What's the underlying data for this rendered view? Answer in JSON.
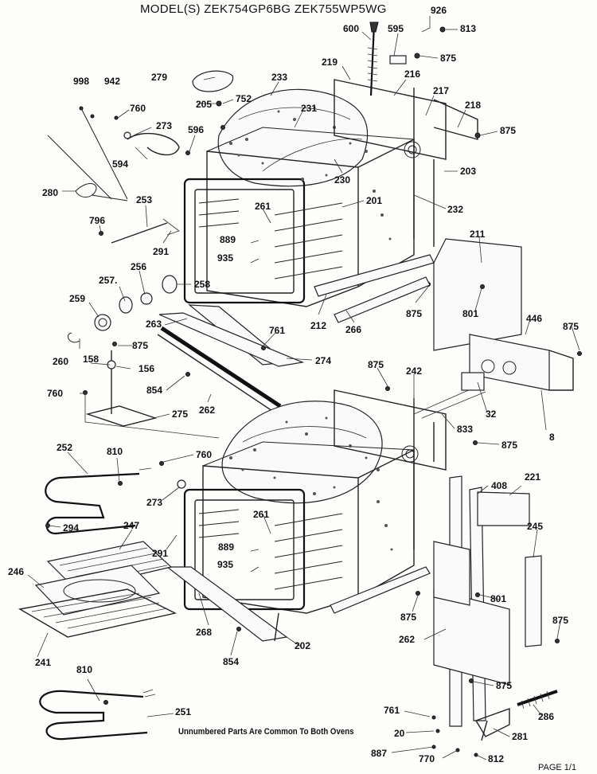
{
  "title": "MODEL(S) ZEK754GP6BG  ZEK755WP5WG",
  "note": "Unnumbered Parts Are Common To Both Ovens",
  "footer": "PAGE 1/1",
  "callouts": [
    {
      "id": "926",
      "text": "926"
    },
    {
      "id": "813",
      "text": "813"
    },
    {
      "id": "600",
      "text": "600"
    },
    {
      "id": "595",
      "text": "595"
    },
    {
      "id": "875a",
      "text": "875"
    },
    {
      "id": "219",
      "text": "219"
    },
    {
      "id": "216",
      "text": "216"
    },
    {
      "id": "217",
      "text": "217"
    },
    {
      "id": "218",
      "text": "218"
    },
    {
      "id": "875b",
      "text": "875"
    },
    {
      "id": "203",
      "text": "203"
    },
    {
      "id": "232",
      "text": "232"
    },
    {
      "id": "201",
      "text": "201"
    },
    {
      "id": "230",
      "text": "230"
    },
    {
      "id": "231",
      "text": "231"
    },
    {
      "id": "233",
      "text": "233"
    },
    {
      "id": "279",
      "text": "279"
    },
    {
      "id": "752",
      "text": "752"
    },
    {
      "id": "205",
      "text": "205"
    },
    {
      "id": "998",
      "text": "998"
    },
    {
      "id": "942",
      "text": "942"
    },
    {
      "id": "760a",
      "text": "760"
    },
    {
      "id": "273a",
      "text": "273"
    },
    {
      "id": "596",
      "text": "596"
    },
    {
      "id": "594",
      "text": "594"
    },
    {
      "id": "280",
      "text": "280"
    },
    {
      "id": "253",
      "text": "253"
    },
    {
      "id": "796",
      "text": "796"
    },
    {
      "id": "291a",
      "text": "291"
    },
    {
      "id": "261a",
      "text": "261"
    },
    {
      "id": "889a",
      "text": "889"
    },
    {
      "id": "935a",
      "text": "935"
    },
    {
      "id": "256",
      "text": "256"
    },
    {
      "id": "257",
      "text": "257."
    },
    {
      "id": "258",
      "text": "258"
    },
    {
      "id": "259",
      "text": "259"
    },
    {
      "id": "263",
      "text": "263"
    },
    {
      "id": "260",
      "text": "260"
    },
    {
      "id": "875c",
      "text": "875"
    },
    {
      "id": "158",
      "text": "158"
    },
    {
      "id": "156",
      "text": "156"
    },
    {
      "id": "761a",
      "text": "761"
    },
    {
      "id": "274",
      "text": "274"
    },
    {
      "id": "854a",
      "text": "854"
    },
    {
      "id": "262a",
      "text": "262"
    },
    {
      "id": "760b",
      "text": "760"
    },
    {
      "id": "275",
      "text": "275"
    },
    {
      "id": "211",
      "text": "211"
    },
    {
      "id": "801a",
      "text": "801"
    },
    {
      "id": "875d",
      "text": "875"
    },
    {
      "id": "212",
      "text": "212"
    },
    {
      "id": "266",
      "text": "266"
    },
    {
      "id": "446",
      "text": "446"
    },
    {
      "id": "875e",
      "text": "875"
    },
    {
      "id": "875f",
      "text": "875"
    },
    {
      "id": "242",
      "text": "242"
    },
    {
      "id": "32",
      "text": "32"
    },
    {
      "id": "833",
      "text": "833"
    },
    {
      "id": "8",
      "text": "8"
    },
    {
      "id": "875g",
      "text": "875"
    },
    {
      "id": "252",
      "text": "252"
    },
    {
      "id": "810a",
      "text": "810"
    },
    {
      "id": "760c",
      "text": "760"
    },
    {
      "id": "273b",
      "text": "273"
    },
    {
      "id": "294",
      "text": "294"
    },
    {
      "id": "247",
      "text": "247"
    },
    {
      "id": "291b",
      "text": "291"
    },
    {
      "id": "261b",
      "text": "261"
    },
    {
      "id": "889b",
      "text": "889"
    },
    {
      "id": "935b",
      "text": "935"
    },
    {
      "id": "246",
      "text": "246"
    },
    {
      "id": "268",
      "text": "268"
    },
    {
      "id": "241",
      "text": "241"
    },
    {
      "id": "854b",
      "text": "854"
    },
    {
      "id": "202",
      "text": "202"
    },
    {
      "id": "875h",
      "text": "875"
    },
    {
      "id": "408",
      "text": "408"
    },
    {
      "id": "221",
      "text": "221"
    },
    {
      "id": "245",
      "text": "245"
    },
    {
      "id": "801b",
      "text": "801"
    },
    {
      "id": "875i",
      "text": "875"
    },
    {
      "id": "262b",
      "text": "262"
    },
    {
      "id": "875j",
      "text": "875"
    },
    {
      "id": "810b",
      "text": "810"
    },
    {
      "id": "251",
      "text": "251"
    },
    {
      "id": "761b",
      "text": "761"
    },
    {
      "id": "286",
      "text": "286"
    },
    {
      "id": "20",
      "text": "20"
    },
    {
      "id": "281",
      "text": "281"
    },
    {
      "id": "887",
      "text": "887"
    },
    {
      "id": "770",
      "text": "770"
    },
    {
      "id": "812",
      "text": "812"
    }
  ]
}
